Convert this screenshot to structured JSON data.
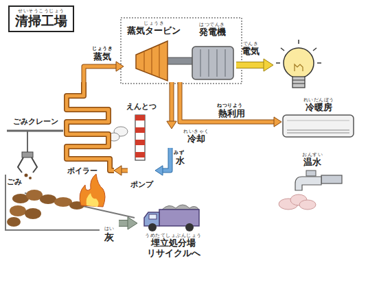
{
  "diagram": {
    "title": "清掃工場",
    "nodes": [
      {
        "text": [
          "じょうき",
          "蒸気タービン"
        ]
      },
      {
        "text": [
          "はつでんき",
          "発電機"
        ]
      },
      {
        "text": [
          "でんき",
          "電気"
        ]
      },
      {
        "text": [
          "れいだんぼう",
          "冷暖房"
        ]
      },
      {
        "text": [
          "えんとつ"
        ]
      },
      {
        "text": [
          "ごみクレーン"
        ]
      },
      {
        "text": [
          "れいきゃく",
          "冷却"
        ]
      },
      {
        "text": [
          "おんすい",
          "温水"
        ]
      },
      {
        "text": [
          "ボイラー"
        ]
      },
      {
        "text": [
          "ポンプ"
        ]
      },
      {
        "text": [
          "ごみ"
        ]
      },
      {
        "text": [
          "はい",
          "灰"
        ]
      },
      {
        "text": [
          "うめたてしょぶんじょう",
          "埋立処分場 リサイクルへ"
        ]
      }
    ],
    "edges": [
      {
        "from": 0,
        "to": 1,
        "arrow": "none"
      },
      {
        "from": 8,
        "to": 0,
        "label": "蒸気",
        "arrow": "to"
      },
      {
        "from": 1,
        "to": 2,
        "arrow": "to"
      },
      {
        "from": 0,
        "to": 3,
        "label": "熱利用",
        "arrow": "to"
      },
      {
        "from": 0,
        "to": 6,
        "arrow": "to"
      },
      {
        "from": 6,
        "to": 9,
        "label": "水",
        "arrow": "to"
      },
      {
        "from": 9,
        "to": 8,
        "arrow": "to"
      },
      {
        "from": 11,
        "to": 12,
        "arrow": "to"
      }
    ],
    "labels": [
      "せいそうこうじょう",
      "じょうき",
      "ねつりよう",
      "みず"
    ]
  }
}
